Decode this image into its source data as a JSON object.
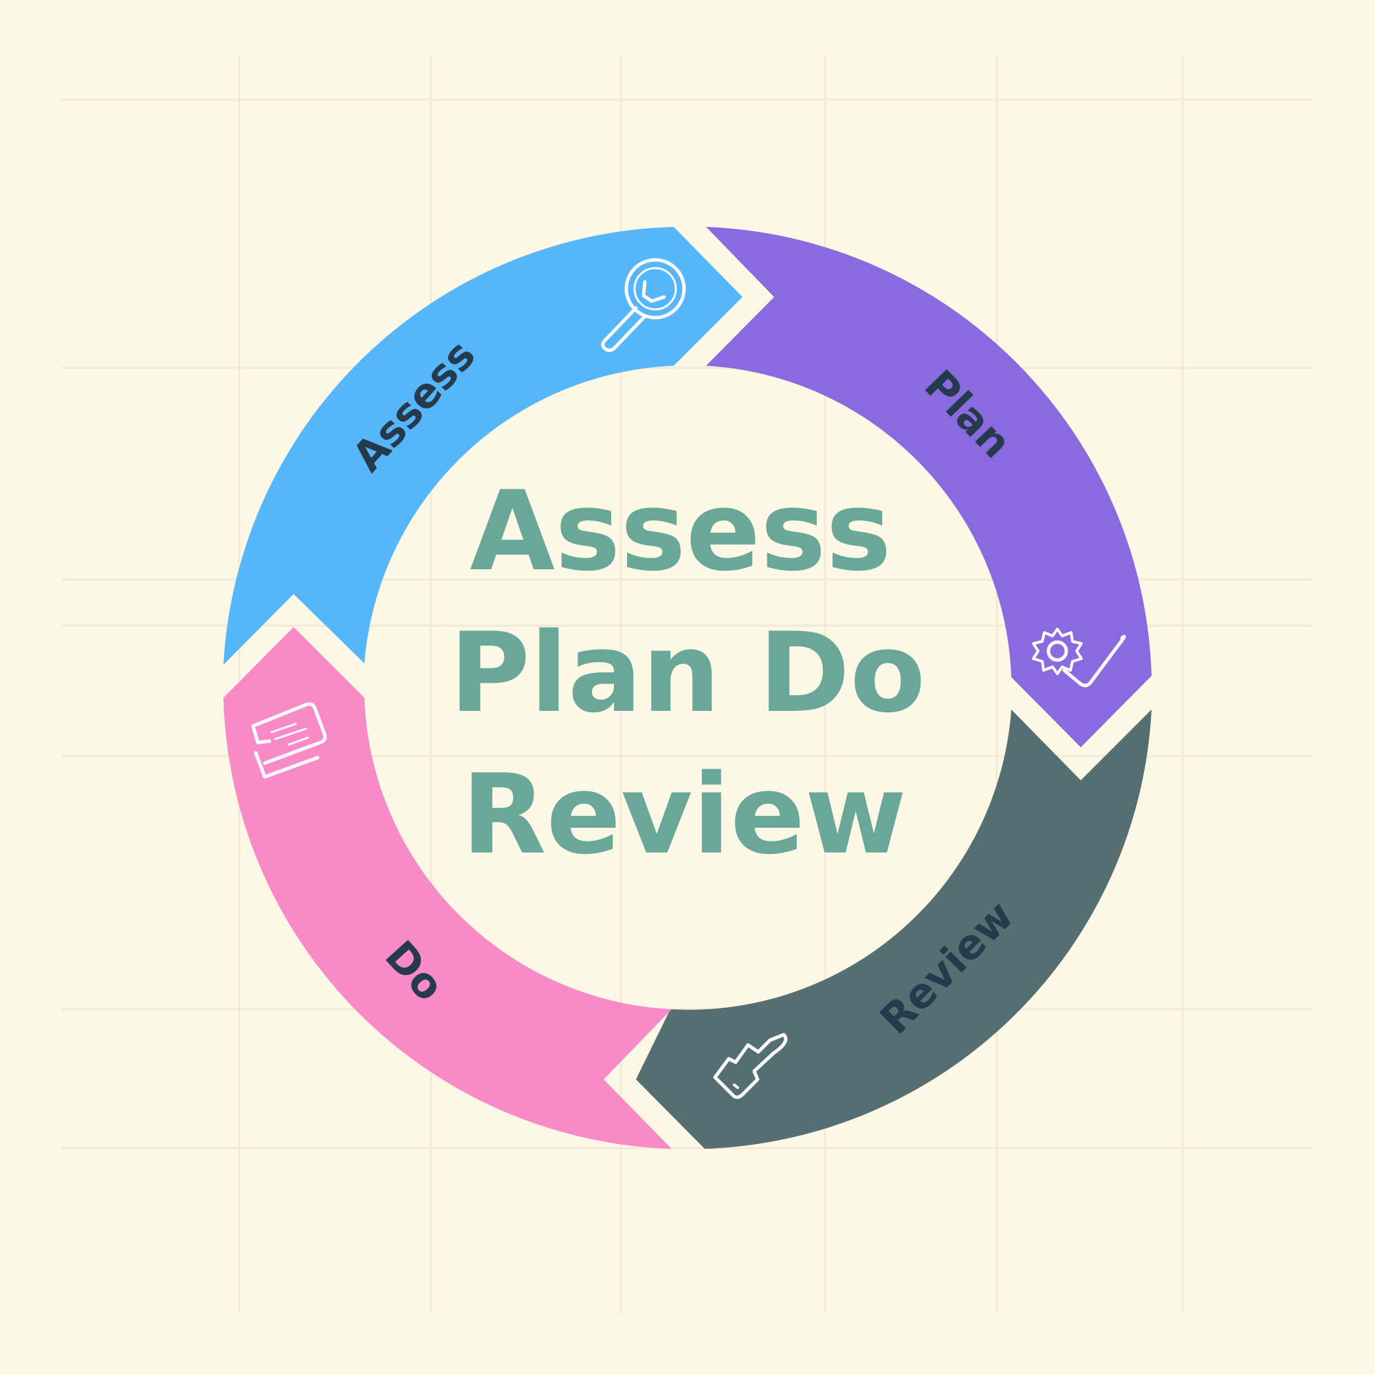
{
  "center": {
    "line1": "Assess",
    "line2": "Plan Do",
    "line3": "Review"
  },
  "segments": [
    {
      "label": "Assess",
      "icon": "magnifier-icon",
      "color": "#55b6f9"
    },
    {
      "label": "Plan",
      "icon": "gear-check-icon",
      "color": "#8a6adf"
    },
    {
      "label": "Review",
      "icon": "thumbs-up-icon",
      "color": "#556e72"
    },
    {
      "label": "Do",
      "icon": "document-icon",
      "color": "#f88ac7"
    }
  ],
  "colors": {
    "background": "#fdf8e6",
    "center_text": "#69a899",
    "segment_text": "#253a4c",
    "icon_stroke": "#fbfbfd"
  }
}
